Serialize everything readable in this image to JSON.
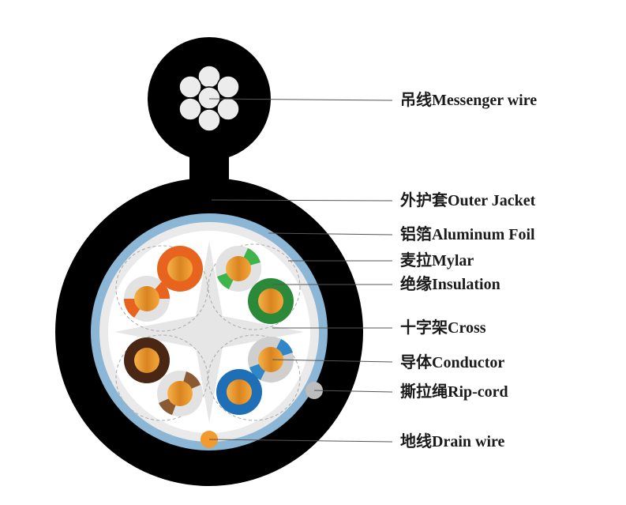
{
  "labels": {
    "messenger": "吊线Messenger wire",
    "outer_jacket": "外护套Outer Jacket",
    "aluminum_foil": "铝箔Aluminum Foil",
    "mylar": "麦拉Mylar",
    "insulation": "绝缘Insulation",
    "cross": "十字架Cross",
    "conductor": "导体Conductor",
    "rip_cord": "撕拉绳Rip-cord",
    "drain_wire": "地线Drain wire"
  },
  "colors": {
    "jacket": "#000000",
    "foil": "#8cb6d5",
    "mylar": "#eaeaea",
    "core": "#ffffff",
    "cross": "#e6e6e6",
    "conductor": "#f0a030",
    "insulation_white": "#e2e2e2",
    "orange": "#e8641e",
    "green": "#2a8a3a",
    "green_stripe": "#3db54a",
    "brown": "#4a2614",
    "brown_stripe": "#8a5a32",
    "blue": "#1e6fb5",
    "blue_stripe": "#2f86c8",
    "ripcord": "#bdbdbd",
    "drain": "#f29a2e",
    "leader": "#555555"
  }
}
